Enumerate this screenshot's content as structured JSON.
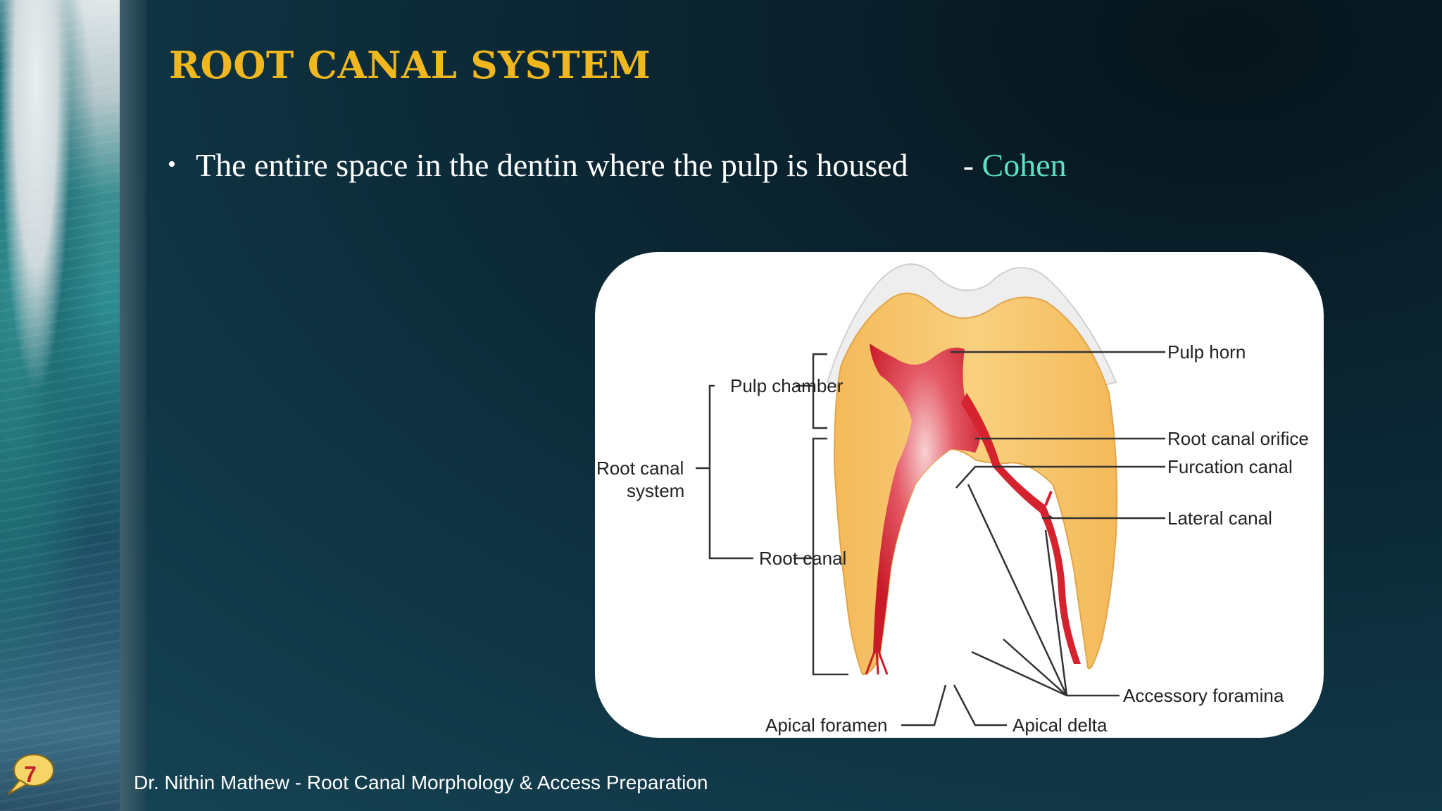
{
  "slide": {
    "title": "ROOT CANAL SYSTEM",
    "bullet": {
      "marker": "•",
      "text": "The entire space in the dentin where the pulp is housed",
      "citation_dash": "-",
      "citation": "Cohen"
    },
    "footer": "Dr. Nithin Mathew - Root Canal Morphology & Access Preparation",
    "page_number": "7"
  },
  "diagram": {
    "labels": {
      "pulp_chamber": "Pulp chamber",
      "root_canal_system_line1": "Root canal",
      "root_canal_system_line2": "system",
      "root_canal": "Root canal",
      "pulp_horn": "Pulp horn",
      "root_canal_orifice": "Root canal orifice",
      "furcation_canal": "Furcation canal",
      "lateral_canal": "Lateral canal",
      "accessory_foramina": "Accessory foramina",
      "apical_foramen": "Apical foramen",
      "apical_delta": "Apical delta"
    }
  },
  "colors": {
    "title": "#f0b81e",
    "citation": "#5ce0c6",
    "dentin": "#f6c26a",
    "pulp": "#d4232e",
    "enamel": "#eeeeee"
  }
}
